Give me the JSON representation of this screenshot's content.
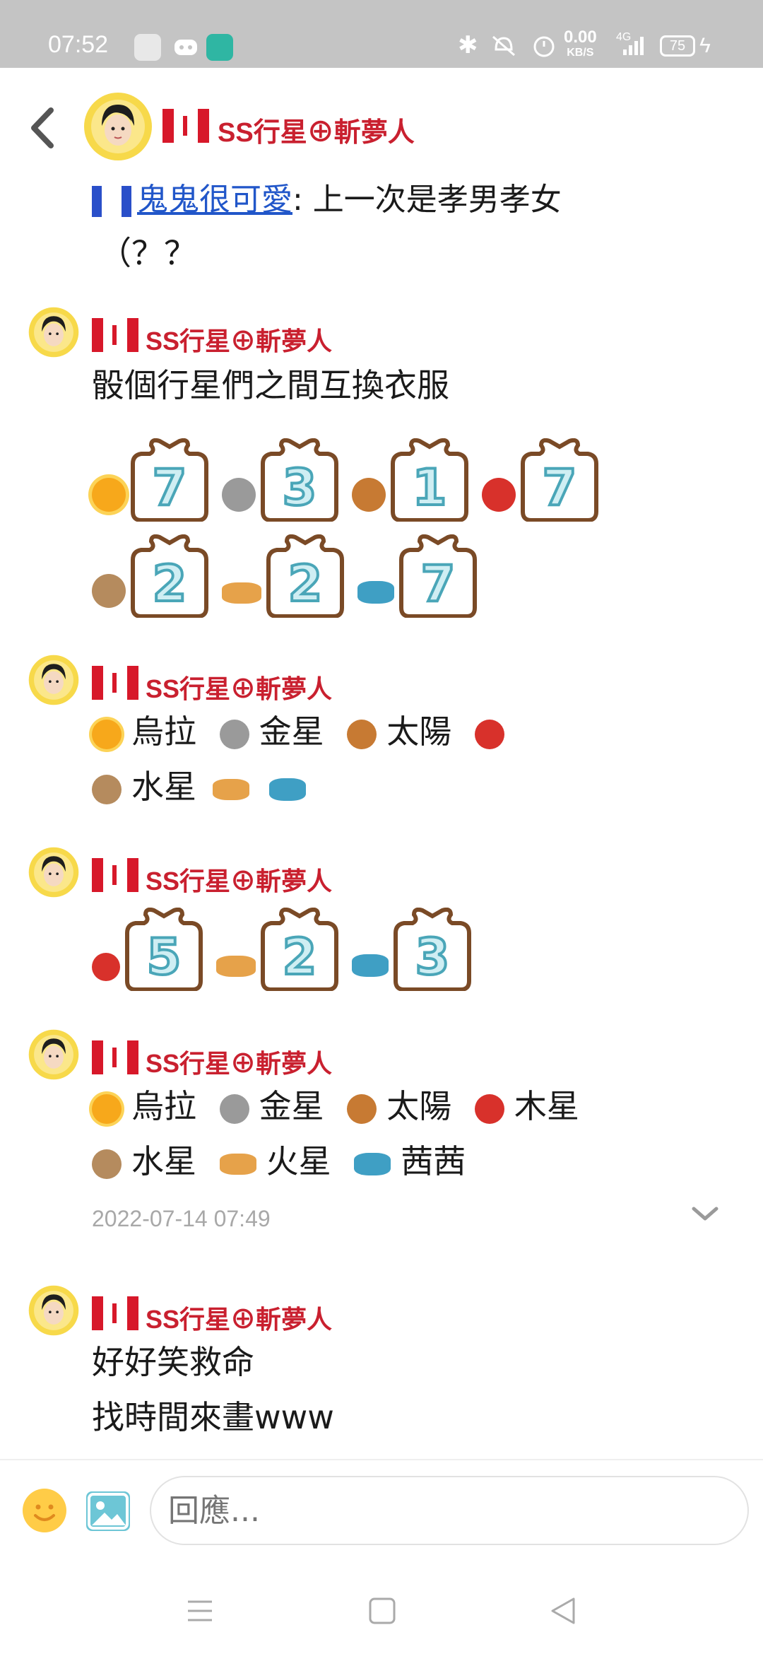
{
  "status_bar": {
    "time": "07:52",
    "net_speed": "0.00",
    "net_unit": "KB/S",
    "network": "4G",
    "battery": "75"
  },
  "header": {
    "title": "SS行星⊕斬夢人"
  },
  "quote": {
    "tag": "鬼鬼很可愛",
    "text": ": 上一次是孝男孝女",
    "line2": "（？？"
  },
  "messages": [
    {
      "name": "SS行星⊕斬夢人",
      "text": "骰個行星們之間互換衣服",
      "tiles_row1": [
        "7",
        "3",
        "1",
        "7"
      ],
      "tiles_row2": [
        "2",
        "2",
        "7"
      ]
    },
    {
      "name": "SS行星⊕斬夢人",
      "line1": [
        "烏拉",
        "金星",
        "太陽"
      ],
      "line2": [
        "水星"
      ]
    },
    {
      "name": "SS行星⊕斬夢人",
      "tiles_row1": [
        "5",
        "2",
        "3"
      ]
    },
    {
      "name": "SS行星⊕斬夢人",
      "line1": [
        "烏拉",
        "金星",
        "太陽",
        "木星"
      ],
      "line2": [
        "水星",
        "火星",
        "茜茜"
      ],
      "timestamp": "2022-07-14 07:49"
    },
    {
      "name": "SS行星⊕斬夢人",
      "line1": "好好笑救命",
      "line2": "找時間來畫www"
    }
  ],
  "input": {
    "placeholder": "回應..."
  },
  "planet_colors": {
    "sun": "#f7a81b",
    "mercury": "#9a9a9a",
    "venus": "#c77a33",
    "mars": "#d8312b",
    "jupiter": "#b58b5e",
    "saturn": "#e6a24a",
    "neptune": "#3f9fc4"
  },
  "accent": "#c9202f"
}
